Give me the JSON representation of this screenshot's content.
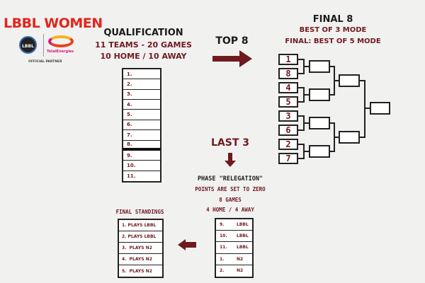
{
  "brand": {
    "title": "LBBL WOMEN",
    "logo_text": "LBBL",
    "sponsor": "TotalEnergies",
    "partner_label": "OFFICIAL PARTNER",
    "colors": {
      "brand_red": "#e1261c",
      "maroon": "#6e1a1f"
    }
  },
  "qualification": {
    "title": "QUALIFICATION",
    "line1": "11 TEAMS - 20 GAMES",
    "line2": "10 HOME / 10 AWAY",
    "rows": [
      "1.",
      "2.",
      "3.",
      "4.",
      "5.",
      "6.",
      "7.",
      "8.",
      "9.",
      "10.",
      "11."
    ]
  },
  "top8": {
    "label": "TOP 8"
  },
  "final8": {
    "title": "FINAL 8",
    "line1": "BEST OF 3 MODE",
    "line2": "FINAL: BEST OF 5 MODE",
    "seeds": [
      "1",
      "8",
      "4",
      "5",
      "3",
      "6",
      "2",
      "7"
    ]
  },
  "last3": {
    "label": "LAST 3"
  },
  "relegation": {
    "title": "PHASE \"RELEGATION\"",
    "line1": "POINTS ARE SET TO ZERO",
    "line2": "8 GAMES",
    "line3": "4 HOME / 4 AWAY",
    "rows": [
      {
        "n": "9.",
        "l": "LBBL"
      },
      {
        "n": "10.",
        "l": "LBBL"
      },
      {
        "n": "11.",
        "l": "LBBL"
      },
      {
        "n": "1.",
        "l": "N2"
      },
      {
        "n": "2.",
        "l": "N2"
      }
    ]
  },
  "standings": {
    "title": "FINAL STANDINGS",
    "rows": [
      "1. PLAYS LBBL",
      "2. PLAYS LBBL",
      "3.  PLAYS N2",
      "4.  PLAYS N2",
      "5.  PLAYS N2"
    ]
  }
}
